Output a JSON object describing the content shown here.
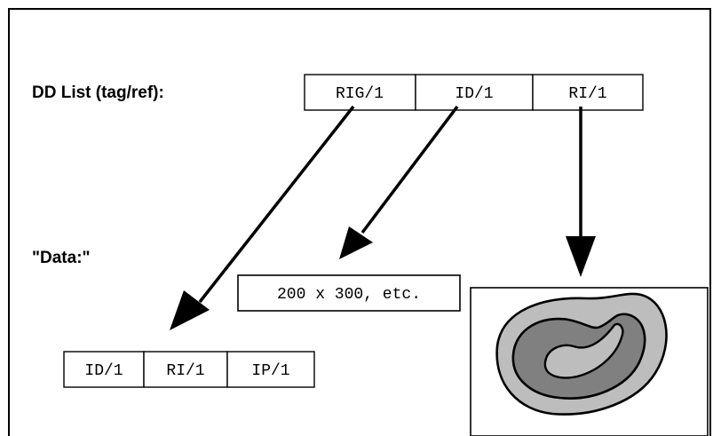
{
  "diagram": {
    "dd_list_label": "DD List (tag/ref):",
    "data_label": "\"Data:\"",
    "dd_list_cells": [
      "RIG/1",
      "ID/1",
      "RI/1"
    ],
    "dimension_text": "200 x 300, etc.",
    "group_cells": [
      "ID/1",
      "RI/1",
      "IP/1"
    ],
    "image_description_icon": "raster-image-blob"
  }
}
